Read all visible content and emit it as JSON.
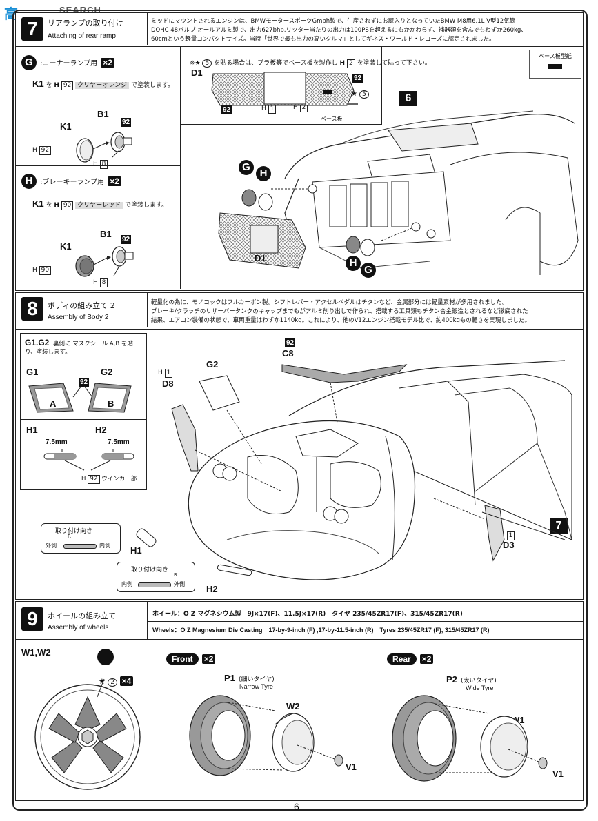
{
  "watermark": "SEARCH",
  "watermark_cn": "高",
  "page_number": "6",
  "step7": {
    "num": "7",
    "title_jp": "リアランプの取り付け",
    "title_en": "Attaching of rear ramp",
    "desc_line1": "ミッドにマウントされるエンジンは、BMWモータースポーツGmbh製で、生産されずにお蔵入りとなっていたBMW M8用6.1L V型12気筒",
    "desc_line2": "DOHC 48バルブ オールアルミ製で、出力627bhp,リッター当たりの出力は100PSを超えるにもかかわらず、補器類を含んでもわずか260kg、",
    "desc_line3": "60cmという軽量コンパクトサイズ。当時「世界で最も出力の高いクルマ」としてギネス・ワールド・レコーズに認定されました。",
    "G_label": "G",
    "G_title": ":コーナーランプ用",
    "G_x": "×2",
    "G_k1": "K1",
    "G_instr_pre": "を",
    "G_color_h": "H",
    "G_color_num": "92",
    "G_color_name": "クリヤーオレンジ",
    "G_instr_post": "で塗装します。",
    "G_part_k1": "K1",
    "G_part_b1": "B1",
    "G_tag92": "92",
    "G_h_left": "H",
    "G_h_left_num": "92",
    "G_h_right": "H",
    "G_h_right_num": "8",
    "H_label": "H",
    "H_title": ":ブレーキーランプ用",
    "H_x": "×2",
    "H_k1": "K1",
    "H_instr_pre": "を",
    "H_color_h": "H",
    "H_color_num": "90",
    "H_color_name": "クリヤーレッド",
    "H_instr_post": "で塗装します。",
    "H_part_k1": "K1",
    "H_part_b1": "B1",
    "H_tag92": "92",
    "H_h_left": "H",
    "H_h_left_num": "90",
    "H_h_right": "H",
    "H_h_right_num": "8",
    "note_pre": "※",
    "note_num": "5",
    "note_text": "を貼る場合は、プラ板等でベース板を製作し",
    "note_h": "H",
    "note_h_num": "2",
    "note_post": "を塗装して貼って下さい。",
    "base_label": "ベース板型紙",
    "d1_top": "D1",
    "d1_92a": "92",
    "d1_92b": "92",
    "d1_h1": "H",
    "d1_h1_num": "1",
    "d1_h2": "H",
    "d1_h2_num": "2",
    "d1_star_num": "5",
    "base_board": "ベース板",
    "step6_ref": "6",
    "callout_g": "G",
    "callout_h": "H",
    "d1_bottom": "D1"
  },
  "step8": {
    "num": "8",
    "title_jp": "ボディの組み立て 2",
    "title_en": "Assembly of Body 2",
    "desc_line1": "軽量化の為に、モノコックはフルカーボン製。シフトレバー・アクセルペダルはチタンなど、金属部分には軽量素材が多用されました。",
    "desc_line2": "ブレーキ/クラッチのリザーバータンクのキャップまでもがアルミ削り出しで作られ、搭載する工具類もチタン合金鍛造とされるなど徹底された",
    "desc_line3": "結果、エアコン装備の状態で、車両重量はわずか1140kg。これにより、他のV12エンジン搭載モデル比で、約400kgもの軽さを実現しました。",
    "g_note_title": "G1.G2",
    "g_note_text": ":裏側に マスクシール A,B を貼り、塗装します。",
    "g1": "G1",
    "g2": "G2",
    "mask_a": "A",
    "mask_b": "B",
    "mask_92": "92",
    "h1": "H1",
    "h2": "H2",
    "len1": "7.5mm",
    "len2": "7.5mm",
    "h_note_h": "H",
    "h_note_num": "92",
    "h_note_text": "ウインカー部",
    "part_h1_box": "H",
    "part_h1_box_num": "1",
    "part_d8": "D8",
    "part_g2": "G2",
    "part_c8_tag": "92",
    "part_c8": "C8",
    "part_g1": "G1",
    "part_h1": "H1",
    "part_h2": "H2",
    "part_d3": "D3",
    "part_d3_h": "H",
    "part_d3_h_num": "1",
    "step7_ref": "7",
    "orient1_title": "取り付け向き",
    "orient1_r": "R",
    "orient1_out": "外側",
    "orient1_in": "内側",
    "orient2_title": "取り付け向き",
    "orient2_r": "R",
    "orient2_in": "内側",
    "orient2_out": "外側"
  },
  "step9": {
    "num": "9",
    "title_jp": "ホイールの組み立て",
    "title_en": "Assembly of wheels",
    "spec_jp": "ホイール：O Z マグネシウム製　9J×17(F)、11.5J×17(R)　タイヤ 235/45ZR17(F)、315/45ZR17(R)",
    "spec_en": "Wheels：O Z Magnesium Die Casting　17-by-9-inch (F) ,17-by-11.5-inch (R)　Tyres 235/45ZR17 (F), 315/45ZR17 (R)",
    "w_label": "W1,W2",
    "w_star_num": "2",
    "w_x": "×4",
    "front": "Front",
    "front_x": "×2",
    "rear": "Rear",
    "rear_x": "×2",
    "p1": "P1",
    "p1_jp": "(細いタイヤ)",
    "p1_en": "Narrow Tyre",
    "p2": "P2",
    "p2_jp": "(太いタイヤ)",
    "p2_en": "Wide Tyre",
    "w2": "W2",
    "w1": "W1",
    "v1a": "V1",
    "v1b": "V1"
  }
}
